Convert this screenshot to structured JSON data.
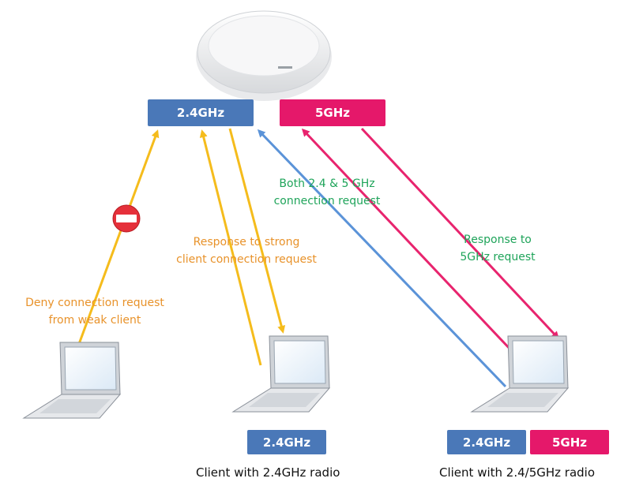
{
  "colors": {
    "band_24": "#4a78b8",
    "band_5": "#e5186a",
    "arrow_yellow": "#f5bc1c",
    "arrow_blue": "#5b93d8",
    "arrow_pink": "#e8246e",
    "text_orange": "#e8922a",
    "text_green": "#1fa45a",
    "deny": "#e5303a"
  },
  "access_point": {
    "icon": "access-point-icon",
    "bands": {
      "band_24": "2.4GHz",
      "band_5": "5GHz"
    }
  },
  "annotations": {
    "deny": [
      "Deny connection request",
      "from weak client"
    ],
    "strong_response": [
      "Response to strong",
      "client connection request"
    ],
    "both_request": [
      "Both 2.4  & 5 GHz",
      "connection request"
    ],
    "response_5": [
      "Response to",
      "5GHz request"
    ]
  },
  "clients": {
    "weak": {
      "icon": "laptop-icon"
    },
    "single_band": {
      "icon": "laptop-icon",
      "band": "2.4GHz",
      "caption": "Client with  2.4GHz radio"
    },
    "dual_band": {
      "icon": "laptop-icon",
      "band_24": "2.4GHz",
      "band_5": "5GHz",
      "caption": "Client with  2.4/5GHz radio"
    }
  },
  "icons": {
    "deny": "no-entry-icon"
  }
}
